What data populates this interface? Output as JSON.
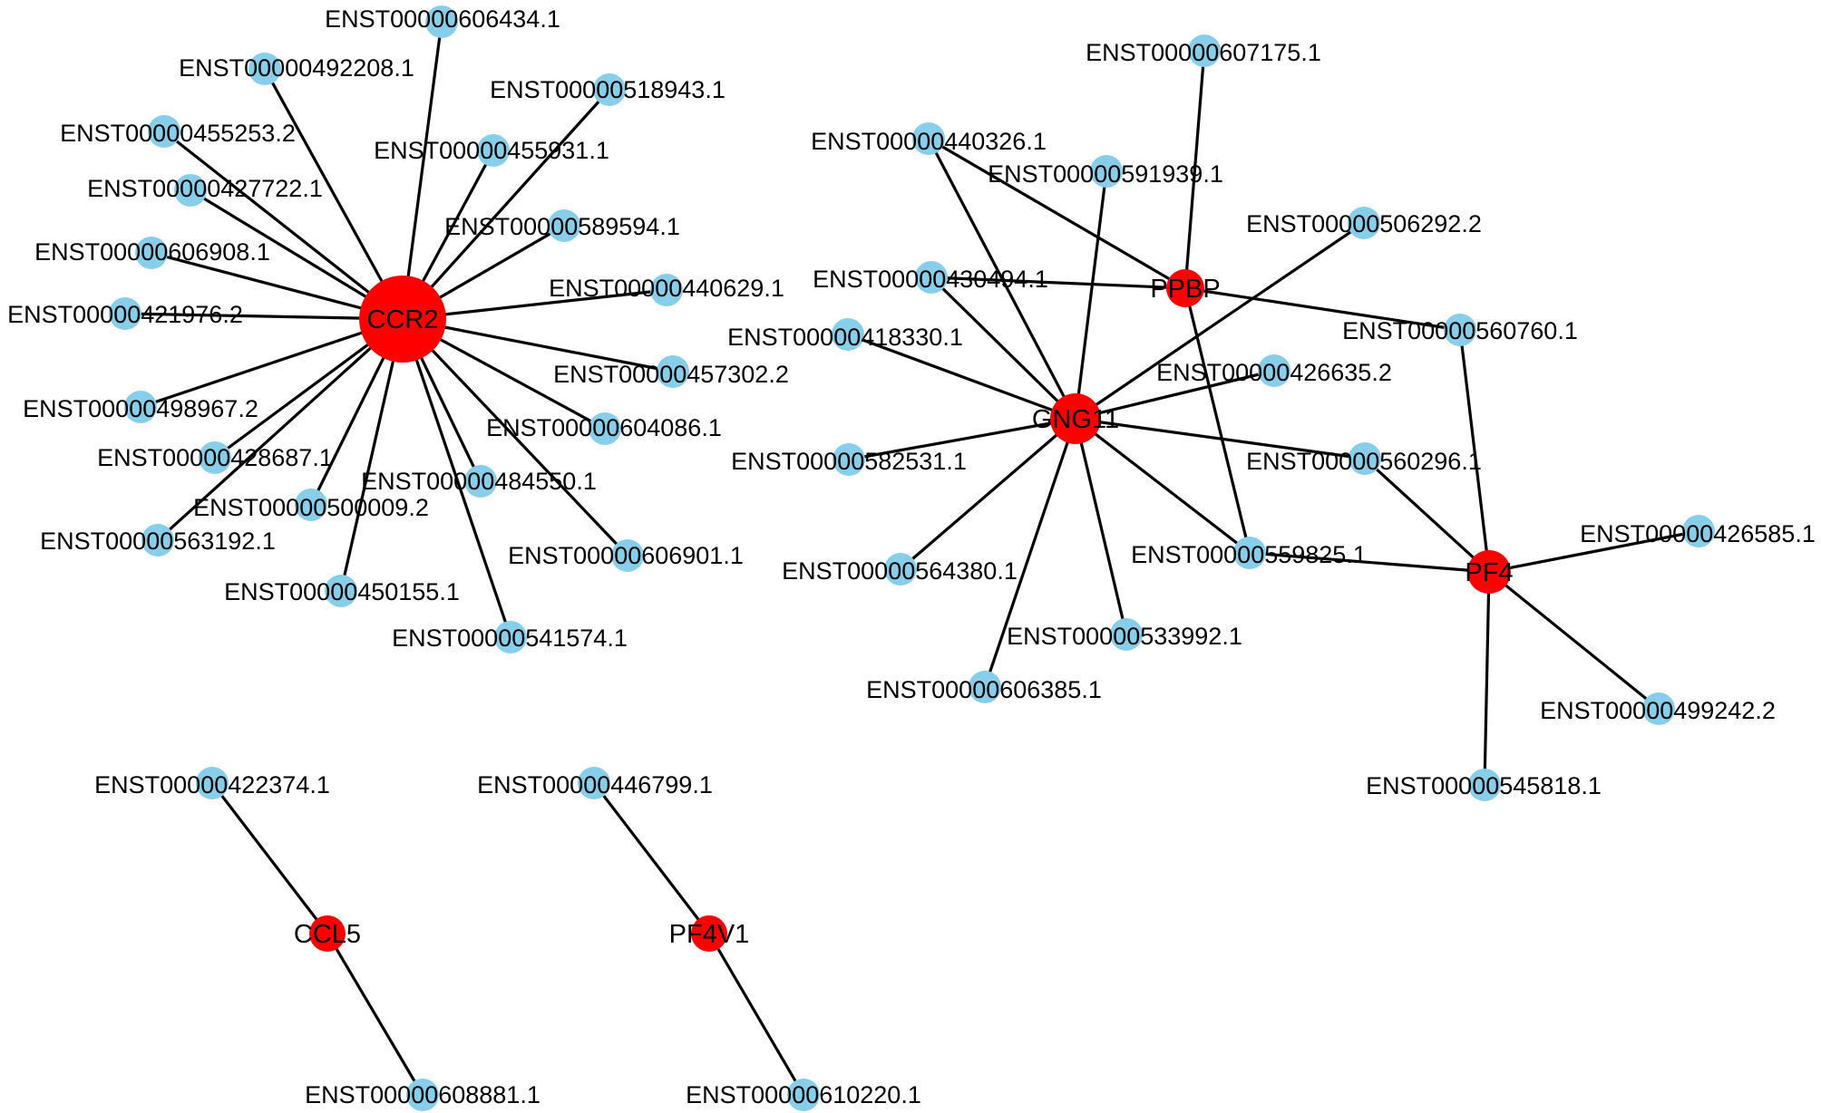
{
  "colors": {
    "hub": "#ff0000",
    "leaf": "#87ceeb",
    "edge": "#000000",
    "text": "#000000"
  },
  "hubs": [
    {
      "id": "CCR2",
      "label": "CCR2"
    },
    {
      "id": "GNG11",
      "label": "GNG11"
    },
    {
      "id": "PPBP",
      "label": "PPBP"
    },
    {
      "id": "PF4",
      "label": "PF4"
    },
    {
      "id": "CCL5",
      "label": "CCL5"
    },
    {
      "id": "PF4V1",
      "label": "PF4V1"
    }
  ],
  "leaves": [
    {
      "id": "ENST00000606434.1",
      "label": "ENST00000606434.1"
    },
    {
      "id": "ENST00000492208.1",
      "label": "ENST00000492208.1"
    },
    {
      "id": "ENST00000518943.1",
      "label": "ENST00000518943.1"
    },
    {
      "id": "ENST00000455253.2",
      "label": "ENST00000455253.2"
    },
    {
      "id": "ENST00000455931.1",
      "label": "ENST00000455931.1"
    },
    {
      "id": "ENST00000427722.1",
      "label": "ENST00000427722.1"
    },
    {
      "id": "ENST00000589594.1",
      "label": "ENST00000589594.1"
    },
    {
      "id": "ENST00000606908.1",
      "label": "ENST00000606908.1"
    },
    {
      "id": "ENST00000440629.1",
      "label": "ENST00000440629.1"
    },
    {
      "id": "ENST00000421976.2",
      "label": "ENST00000421976.2"
    },
    {
      "id": "ENST00000457302.2",
      "label": "ENST00000457302.2"
    },
    {
      "id": "ENST00000498967.2",
      "label": "ENST00000498967.2"
    },
    {
      "id": "ENST00000604086.1",
      "label": "ENST00000604086.1"
    },
    {
      "id": "ENST00000428687.1",
      "label": "ENST00000428687.1"
    },
    {
      "id": "ENST00000484550.1",
      "label": "ENST00000484550.1"
    },
    {
      "id": "ENST00000500009.2",
      "label": "ENST00000500009.2"
    },
    {
      "id": "ENST00000563192.1",
      "label": "ENST00000563192.1"
    },
    {
      "id": "ENST00000606901.1",
      "label": "ENST00000606901.1"
    },
    {
      "id": "ENST00000450155.1",
      "label": "ENST00000450155.1"
    },
    {
      "id": "ENST00000541574.1",
      "label": "ENST00000541574.1"
    },
    {
      "id": "ENST00000607175.1",
      "label": "ENST00000607175.1"
    },
    {
      "id": "ENST00000440326.1",
      "label": "ENST00000440326.1"
    },
    {
      "id": "ENST00000591939.1",
      "label": "ENST00000591939.1"
    },
    {
      "id": "ENST00000506292.2",
      "label": "ENST00000506292.2"
    },
    {
      "id": "ENST00000430494.1",
      "label": "ENST00000430494.1"
    },
    {
      "id": "ENST00000418330.1",
      "label": "ENST00000418330.1"
    },
    {
      "id": "ENST00000560760.1",
      "label": "ENST00000560760.1"
    },
    {
      "id": "ENST00000426635.2",
      "label": "ENST00000426635.2"
    },
    {
      "id": "ENST00000582531.1",
      "label": "ENST00000582531.1"
    },
    {
      "id": "ENST00000560296.1",
      "label": "ENST00000560296.1"
    },
    {
      "id": "ENST00000426585.1",
      "label": "ENST00000426585.1"
    },
    {
      "id": "ENST00000559825.1",
      "label": "ENST00000559825.1"
    },
    {
      "id": "ENST00000564380.1",
      "label": "ENST00000564380.1"
    },
    {
      "id": "ENST00000533992.1",
      "label": "ENST00000533992.1"
    },
    {
      "id": "ENST00000606385.1",
      "label": "ENST00000606385.1"
    },
    {
      "id": "ENST00000499242.2",
      "label": "ENST00000499242.2"
    },
    {
      "id": "ENST00000545818.1",
      "label": "ENST00000545818.1"
    },
    {
      "id": "ENST00000422374.1",
      "label": "ENST00000422374.1"
    },
    {
      "id": "ENST00000446799.1",
      "label": "ENST00000446799.1"
    },
    {
      "id": "ENST00000608881.1",
      "label": "ENST00000608881.1"
    },
    {
      "id": "ENST00000610220.1",
      "label": "ENST00000610220.1"
    }
  ],
  "edges": [
    [
      "CCR2",
      "ENST00000606434.1"
    ],
    [
      "CCR2",
      "ENST00000492208.1"
    ],
    [
      "CCR2",
      "ENST00000518943.1"
    ],
    [
      "CCR2",
      "ENST00000455253.2"
    ],
    [
      "CCR2",
      "ENST00000455931.1"
    ],
    [
      "CCR2",
      "ENST00000427722.1"
    ],
    [
      "CCR2",
      "ENST00000589594.1"
    ],
    [
      "CCR2",
      "ENST00000606908.1"
    ],
    [
      "CCR2",
      "ENST00000440629.1"
    ],
    [
      "CCR2",
      "ENST00000421976.2"
    ],
    [
      "CCR2",
      "ENST00000457302.2"
    ],
    [
      "CCR2",
      "ENST00000498967.2"
    ],
    [
      "CCR2",
      "ENST00000604086.1"
    ],
    [
      "CCR2",
      "ENST00000428687.1"
    ],
    [
      "CCR2",
      "ENST00000484550.1"
    ],
    [
      "CCR2",
      "ENST00000500009.2"
    ],
    [
      "CCR2",
      "ENST00000563192.1"
    ],
    [
      "CCR2",
      "ENST00000606901.1"
    ],
    [
      "CCR2",
      "ENST00000450155.1"
    ],
    [
      "CCR2",
      "ENST00000541574.1"
    ],
    [
      "PPBP",
      "ENST00000607175.1"
    ],
    [
      "PPBP",
      "ENST00000440326.1"
    ],
    [
      "PPBP",
      "ENST00000430494.1"
    ],
    [
      "PPBP",
      "ENST00000560760.1"
    ],
    [
      "PPBP",
      "ENST00000559825.1"
    ],
    [
      "GNG11",
      "ENST00000440326.1"
    ],
    [
      "GNG11",
      "ENST00000591939.1"
    ],
    [
      "GNG11",
      "ENST00000506292.2"
    ],
    [
      "GNG11",
      "ENST00000430494.1"
    ],
    [
      "GNG11",
      "ENST00000418330.1"
    ],
    [
      "GNG11",
      "ENST00000426635.2"
    ],
    [
      "GNG11",
      "ENST00000582531.1"
    ],
    [
      "GNG11",
      "ENST00000560296.1"
    ],
    [
      "GNG11",
      "ENST00000559825.1"
    ],
    [
      "GNG11",
      "ENST00000564380.1"
    ],
    [
      "GNG11",
      "ENST00000533992.1"
    ],
    [
      "GNG11",
      "ENST00000606385.1"
    ],
    [
      "PF4",
      "ENST00000560760.1"
    ],
    [
      "PF4",
      "ENST00000560296.1"
    ],
    [
      "PF4",
      "ENST00000559825.1"
    ],
    [
      "PF4",
      "ENST00000426585.1"
    ],
    [
      "PF4",
      "ENST00000499242.2"
    ],
    [
      "PF4",
      "ENST00000545818.1"
    ],
    [
      "CCL5",
      "ENST00000422374.1"
    ],
    [
      "CCL5",
      "ENST00000608881.1"
    ],
    [
      "PF4V1",
      "ENST00000446799.1"
    ],
    [
      "PF4V1",
      "ENST00000610220.1"
    ]
  ]
}
